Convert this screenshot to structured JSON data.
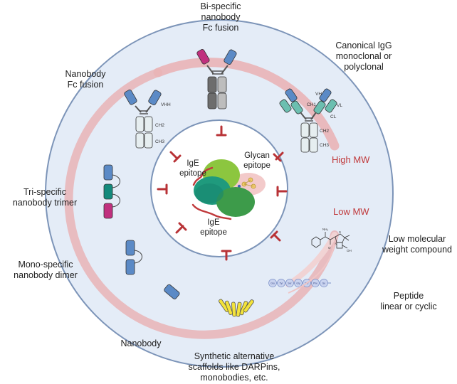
{
  "labels": {
    "bispecific": "Bi-specific\nnanobody\nFc fusion",
    "canonical_igg": "Canonical IgG\nmonoclonal or\npolyclonal",
    "nanobody_fc": "Nanobody\nFc fusion",
    "trispecific": "Tri-specific\nnanobody trimer",
    "monospecific_dimer": "Mono-specific\nnanobody dimer",
    "nanobody": "Nanobody",
    "synthetic": "Synthetic alternative\nscaffolds like DARPins,\nmonobodies, etc.",
    "peptide": "Peptide\nlinear or cyclic",
    "low_mw_compound": "Low molecular\nweight compound",
    "high_mw": "High MW",
    "low_mw": "Low MW",
    "ige_epitope_top": "IgE\nepitope",
    "ige_epitope_bottom": "IgE\nepitope",
    "glycan_epitope": "Glycan\nepitope"
  },
  "domain_labels": {
    "vhh": "VHH",
    "ch2": "CH2",
    "ch3": "CH3",
    "vh": "VH",
    "vl": "VL",
    "ch1": "CH1",
    "cl": "CL",
    "ch2_b": "CH2",
    "ch3_b": "CH3"
  },
  "peptide_residues": [
    "Glu",
    "Tyr",
    "Ser",
    "Gly",
    "Ser",
    "Phe",
    "Se"
  ],
  "molecule_atoms": {
    "nh2": "NH₂",
    "oh": "OH",
    "o": "O",
    "s": "S",
    "n": "N"
  },
  "colors": {
    "outer_circle": "#e4ecf7",
    "circle_stroke": "#7c94b8",
    "band": "#e9b4b6",
    "inhibitor": "#b83236",
    "allergen_green": "#3d9b4a",
    "allergen_light": "#8cc63f",
    "allergen_teal": "#1f9a7d",
    "nanobody_blue": "#5b8ac6",
    "bispecific_magenta": "#c0307e",
    "trimer_teal": "#148a7c",
    "igg_teal": "#6cbfb0",
    "fc_grey": "#6d6d6d",
    "darpin_yellow": "#f3e33b"
  }
}
